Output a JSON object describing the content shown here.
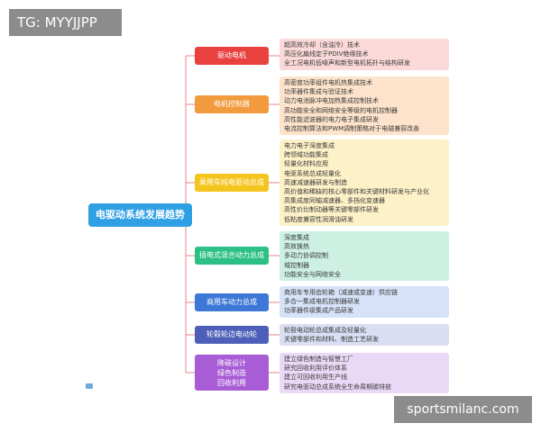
{
  "watermark_top": "TG: MYYJJPP",
  "watermark_bottom": "sportsmilanc.com",
  "root": "电驱动系统发展趋势",
  "colors": {
    "root": "#2fa0e4",
    "connector": "#e0696b"
  },
  "branches": [
    {
      "label": [
        "驱动电机"
      ],
      "color": "#e8413e",
      "group_bg": "#fbd9d9",
      "items": [
        "超高效冷却（含油冷）技术",
        "高压化扁线定子PDIV绝缘技术",
        "全工况电机低噪声和新型电机拓扑与结构研发"
      ]
    },
    {
      "label": [
        "电机控制器"
      ],
      "color": "#f19a3e",
      "group_bg": "#fde3cb",
      "items": [
        "高密度功率组件电机热集成技术",
        "功率器件集成与验证技术",
        "动力电池脉冲电加热集成控制技术",
        "高功能安全和网络安全等级的电机控制器",
        "高性能滤波器的电力电子集成研发",
        "电流控制算法和PWM调制策略对于电磁兼容改善"
      ]
    },
    {
      "label": [
        "乘用车纯电驱动总成"
      ],
      "color": "#f5c51f",
      "group_bg": "#fdf1c7",
      "items": [
        "电力电子深度集成",
        "跨领域功能集成",
        "轻量化材料应用",
        "电驱系统总成轻量化",
        "高速减速器研发与制造",
        "高价值和稀缺的核心零部件和关键材料研发与产业化",
        "高集成度同轴减速器、多挡化变速器",
        "高性价比制动器等关键零部件研发",
        "低粘度兼容性润滑油研发"
      ]
    },
    {
      "label": [
        "插电式混合动力总成"
      ],
      "color": "#2cbf86",
      "group_bg": "#cdf0e3",
      "items": [
        "深度集成",
        "高效换热",
        "多动力协调控制",
        "域控制器",
        "功能安全与网络安全"
      ]
    },
    {
      "label": [
        "商用车动力总成"
      ],
      "color": "#3d78d6",
      "group_bg": "#d6e2f7",
      "items": [
        "商用车专用齿轮箱（减速或变速）供应链",
        "多合一集成电机控制器研发",
        "功率器件级集成产品研发"
      ]
    },
    {
      "label": [
        "轮毂轮边电动轮"
      ],
      "color": "#4d5fb8",
      "group_bg": "#dadef2",
      "items": [
        "轮毂电动轮总成集成及轻量化",
        "关键零部件和材料、制造工艺研发"
      ]
    },
    {
      "label": [
        "降碳设计",
        "绿色制造",
        "回收利用"
      ],
      "color": "#a85cd6",
      "group_bg": "#ead9f6",
      "items": [
        "建立绿色制造与智慧工厂",
        "研究回收利用评价体系",
        "建立可回收利用生产线",
        "研究电驱动总成系统全生命周期碳排放"
      ]
    }
  ]
}
